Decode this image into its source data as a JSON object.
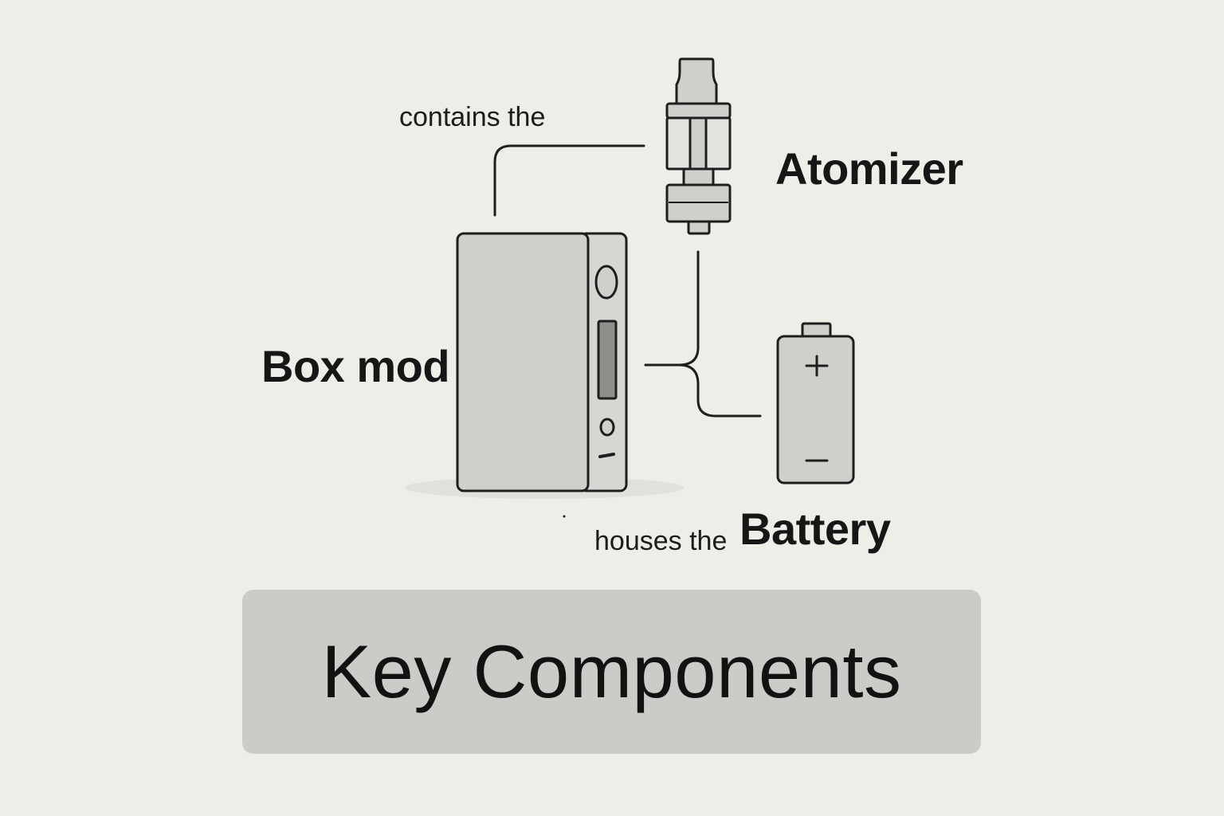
{
  "labels": {
    "contains_text": "contains the",
    "atomizer": "Atomizer",
    "box_mod": "Box mod",
    "houses_text": "houses the",
    "battery": "Battery"
  },
  "footer": {
    "title": "Key Components"
  },
  "icons": {
    "atomizer": "atomizer-icon",
    "box_mod": "box-mod-icon",
    "battery": "battery-icon",
    "battery_plus": "plus-sign",
    "battery_minus": "minus-sign"
  },
  "colors": {
    "background": "#efede8",
    "device_fill": "#cfcfcc",
    "device_fill_light": "#d8d8d5",
    "outline": "#1e1e1e",
    "banner": "#cbcbc8",
    "text": "#161616"
  }
}
